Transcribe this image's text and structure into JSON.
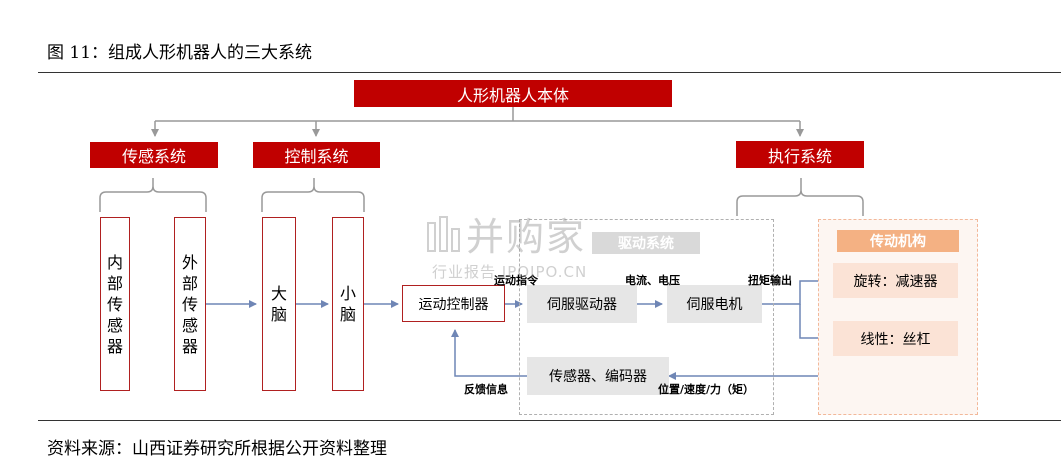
{
  "figure": {
    "title": "图 11：组成人形机器人的三大系统",
    "source": "资料来源：山西证券研究所根据公开资料整理"
  },
  "diagram": {
    "root": "人形机器人本体",
    "systems": {
      "sensing": "传感系统",
      "control": "控制系统",
      "execution": "执行系统"
    },
    "sensors": {
      "internal": [
        "内",
        "部",
        "传",
        "感",
        "器"
      ],
      "external": [
        "外",
        "部",
        "传",
        "感",
        "器"
      ]
    },
    "brains": {
      "cerebrum": [
        "大",
        "脑"
      ],
      "cerebellum": [
        "小",
        "脑"
      ]
    },
    "drive_panel": {
      "title": "驱动系统",
      "motion_controller": "运动控制器",
      "servo_driver": "伺服驱动器",
      "servo_motor": "伺服电机",
      "sensor_encoder": "传感器、编码器"
    },
    "transmission_panel": {
      "title": "传动机构",
      "rotary": "旋转：减速器",
      "linear": "线性：丝杠"
    },
    "edge_labels": {
      "motion_command": "运动指令",
      "current_voltage": "电流、电压",
      "torque_output": "扭矩输出",
      "feedback": "反馈信息",
      "position_speed_force": "位置/速度/力（矩）"
    }
  },
  "watermark": {
    "main": "并购家",
    "sub": "行业报告 IPOIPO.CN"
  }
}
